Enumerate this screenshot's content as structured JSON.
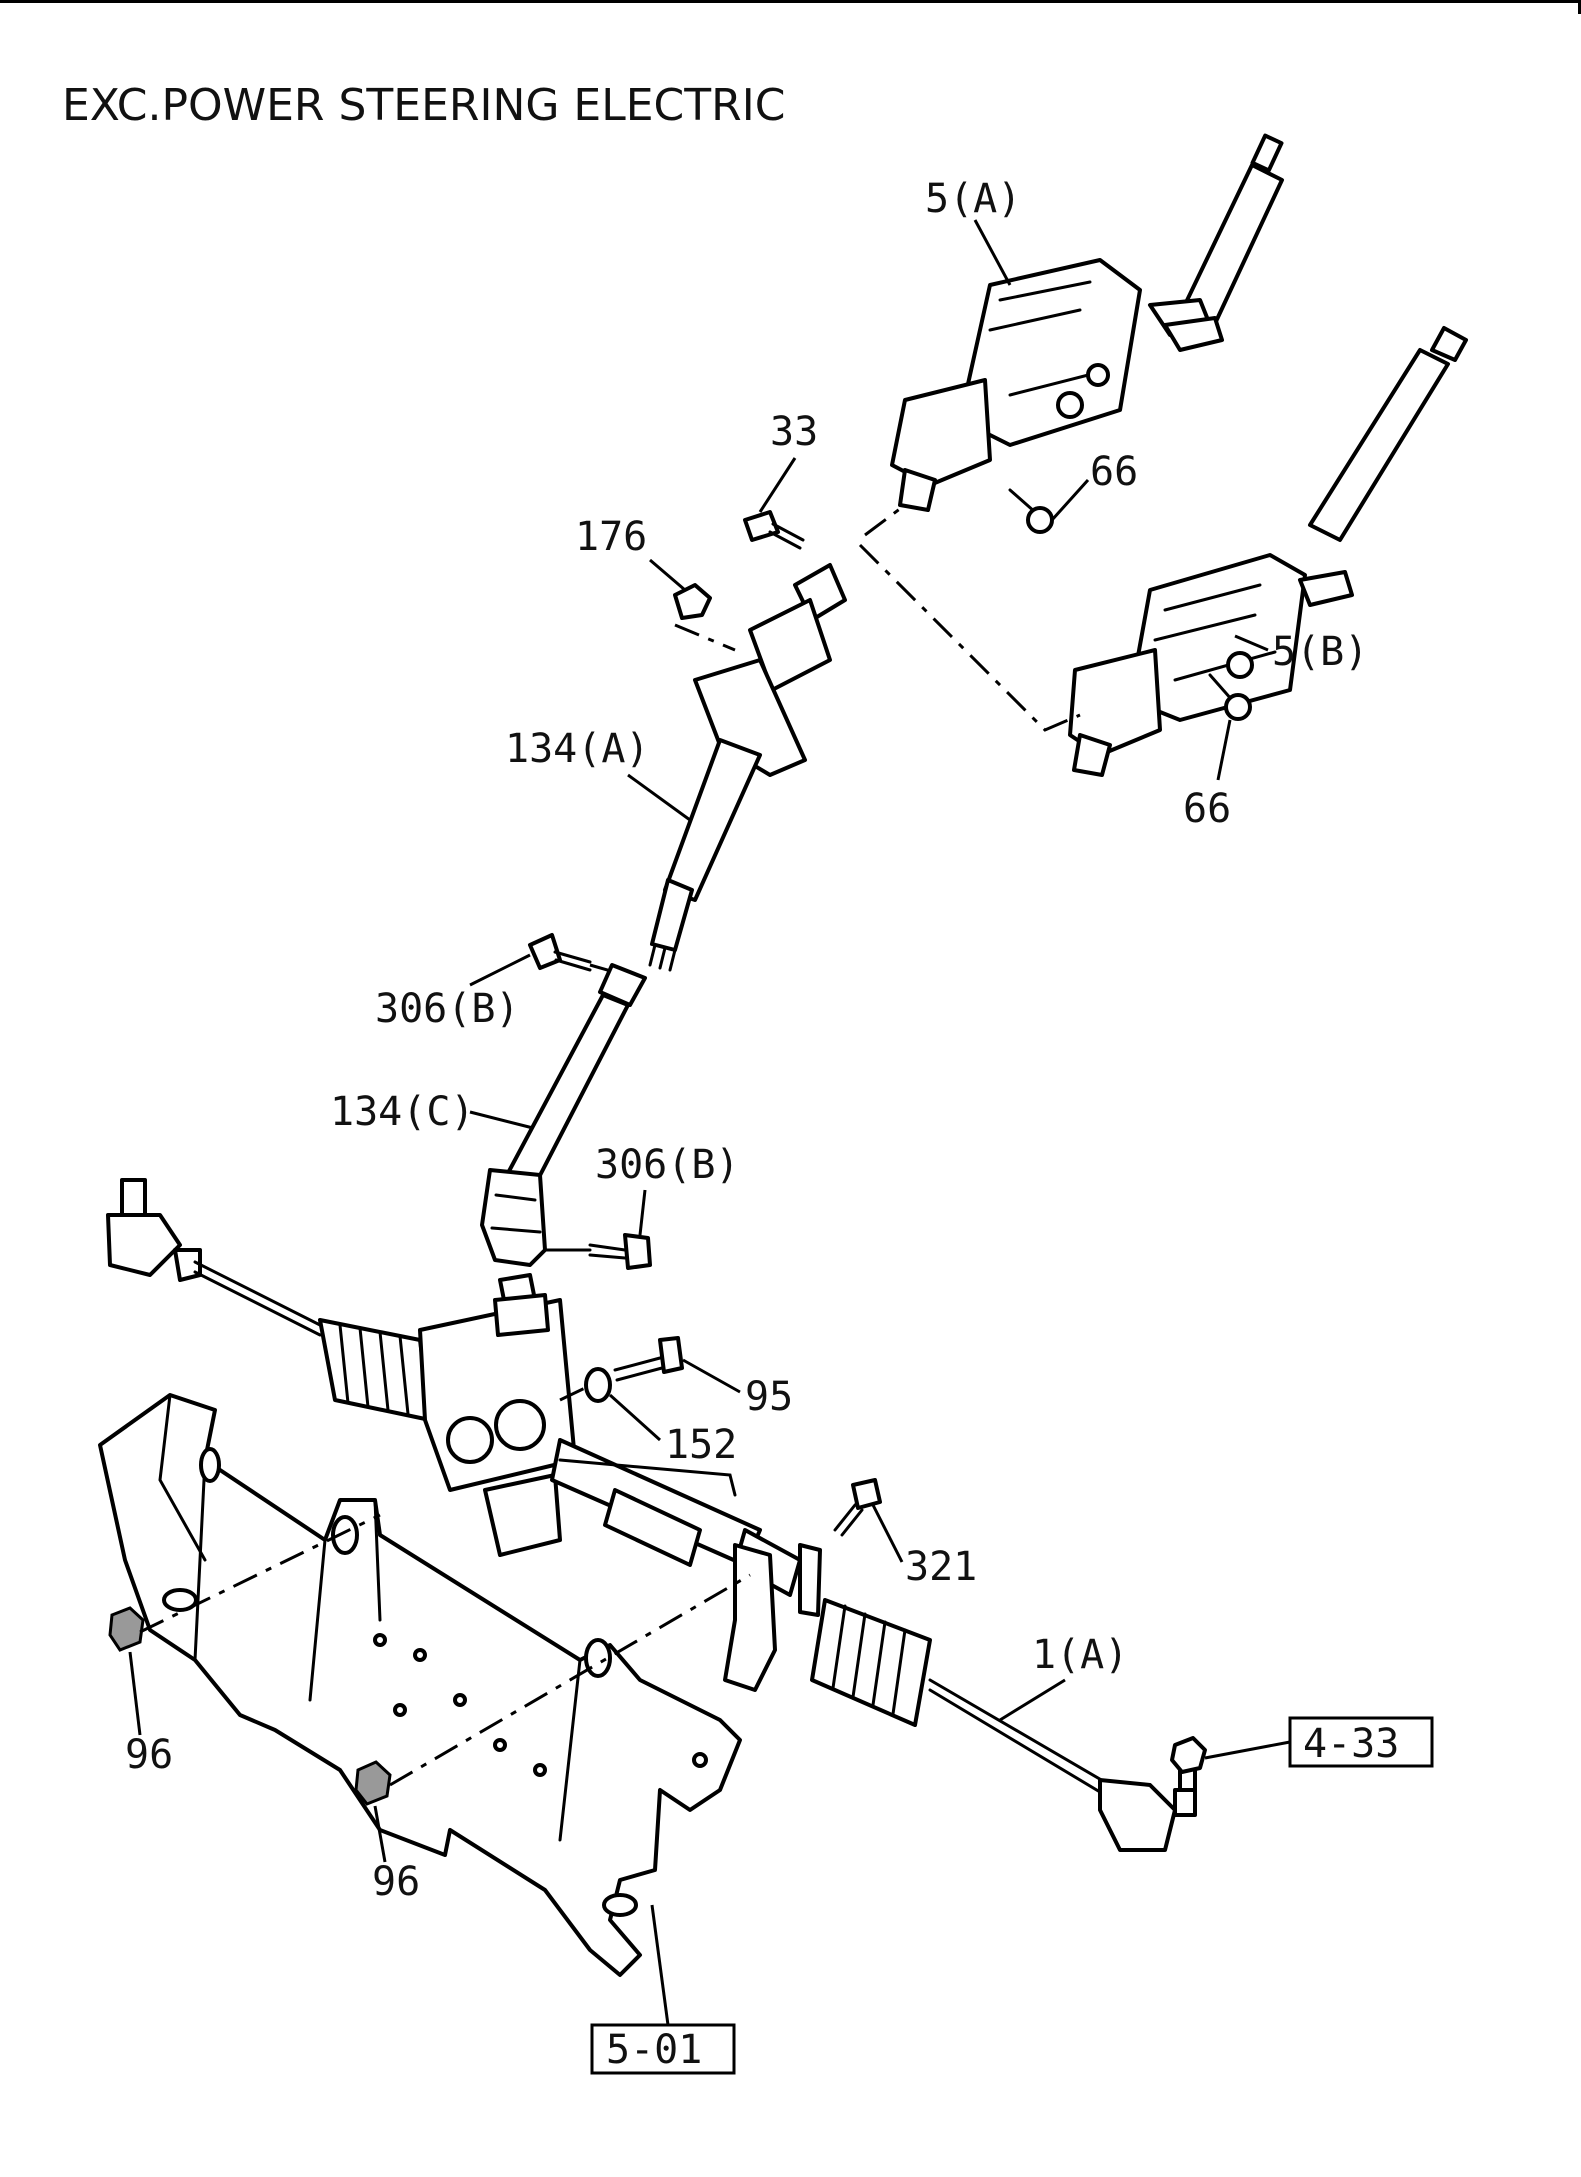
{
  "title": "EXC.POWER STEERING ELECTRIC",
  "callouts": {
    "c_5a": "5(A)",
    "c_5b": "5(B)",
    "c_33": "33",
    "c_66a": "66",
    "c_66b": "66",
    "c_176": "176",
    "c_134a": "134(A)",
    "c_306b_top": "306(B)",
    "c_134c": "134(C)",
    "c_306b_low": "306(B)",
    "c_95": "95",
    "c_152": "152",
    "c_321": "321",
    "c_1a": "1(A)",
    "c_96a": "96",
    "c_96b": "96"
  },
  "references": {
    "r_433": "4-33",
    "r_501": "5-01"
  }
}
